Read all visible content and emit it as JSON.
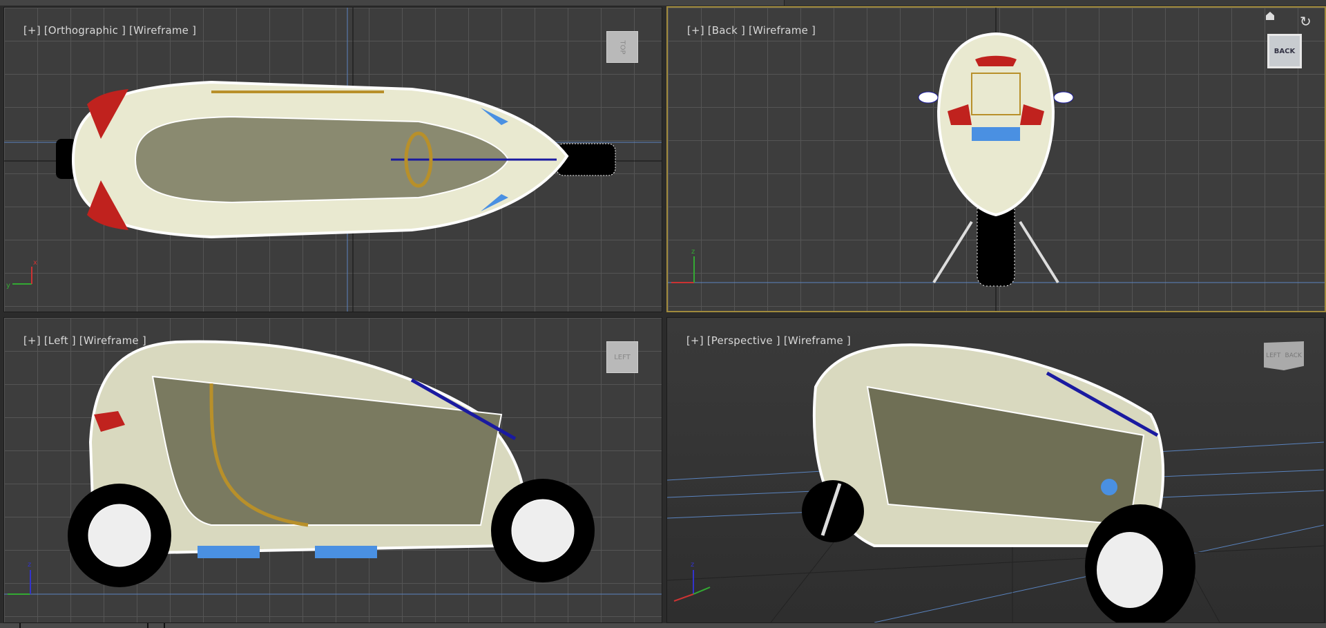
{
  "viewports": [
    {
      "plus": "[+]",
      "view": "[Orthographic ]",
      "shading": "[Wireframe ]",
      "cube_label": "TOP",
      "active": false
    },
    {
      "plus": "[+]",
      "view": "[Back ]",
      "shading": "[Wireframe ]",
      "cube_label": "BACK",
      "active": true
    },
    {
      "plus": "[+]",
      "view": "[Left ]",
      "shading": "[Wireframe ]",
      "cube_label": "LEFT",
      "active": false
    },
    {
      "plus": "[+]",
      "view": "[Perspective ]",
      "shading": "[Wireframe ]",
      "cube_label_left": "LEFT",
      "cube_label_right": "BACK",
      "active": false
    }
  ],
  "axes": {
    "x": "x",
    "y": "y",
    "z": "z"
  },
  "colors": {
    "viewport_bg": "#3d3d3d",
    "grid": "#555555",
    "active_border": "#a08a3c",
    "wire": "#ffffff",
    "accent_red": "#c0221e",
    "accent_blue": "#4a90e2",
    "accent_gold": "#b8902a",
    "axis_line": "#5a84c0"
  }
}
